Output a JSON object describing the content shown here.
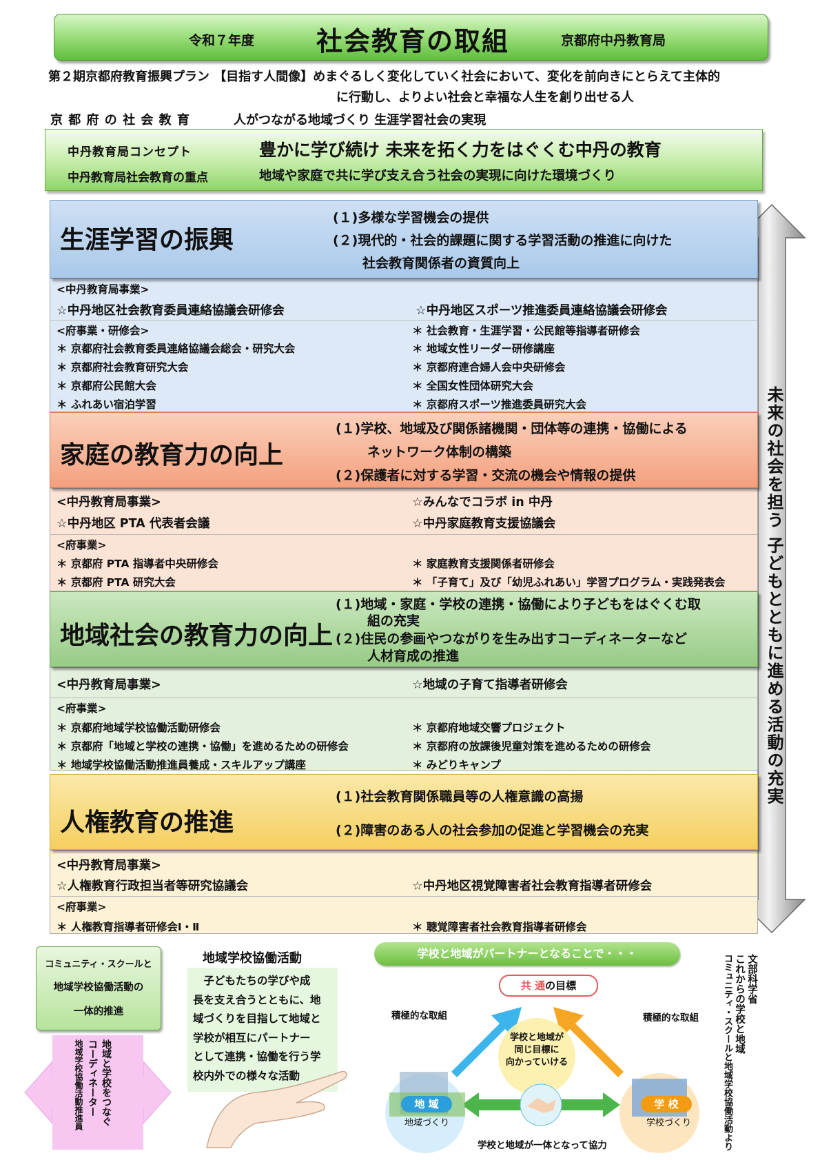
{
  "header": {
    "fiscal_year": "令和７年度",
    "title": "社会教育の取組",
    "office": "京都府中丹教育局"
  },
  "plan": {
    "line1": "第２期京都府教育振興プラン 【目指す人間像】めまぐるしく変化していく社会において、変化を前向きにとらえて主体的",
    "line2": "に行動し、よりよい社会と幸福な人生を創り出せる人"
  },
  "kyoto_goal": {
    "label": "京 都 府 の 社 会 教 育",
    "text": "人がつながる地域づくり 生涯学習社会の実現"
  },
  "concept": {
    "label1": "中丹教育局コンセプト",
    "text1": "豊かに学び続け 未来を拓く力をはぐくむ中丹の教育",
    "label2": "中丹教育局社会教育の重点",
    "text2": "地域や家庭で共に学び支え合う社会の実現に向けた環境づくり"
  },
  "right_arrow_text": "未来の社会を担う 子どもとともに進める活動の充実",
  "sections": [
    {
      "title": "生涯学習の振興",
      "goals": [
        "(１)多様な学習機会の提供",
        "(２)現代的・社会的課題に関する学習活動の推進に向けた",
        "社会教育関係者の資質向上"
      ],
      "office_label": "<中丹教育局事業>",
      "office_left": "☆中丹地区社会教育委員連絡協議会研修会",
      "office_right": "☆中丹地区スポーツ推進委員連絡協議会研修会",
      "pref_label": "<府事業・研修会>",
      "pref_left": [
        "＊ 京都府社会教育委員連絡協議会総会・研究大会",
        "＊ 京都府社会教育研究大会",
        "＊ 京都府公民館大会",
        "＊ ふれあい宿泊学習"
      ],
      "pref_right": [
        "＊ 社会教育・生涯学習・公民館等指導者研修会",
        "＊ 地域女性リーダー研修講座",
        "＊ 京都府連合婦人会中央研修会",
        "＊ 全国女性団体研究大会",
        "＊ 京都府スポーツ推進委員研究大会"
      ]
    },
    {
      "title": "家庭の教育力の向上",
      "goals": [
        "(１)学校、地域及び関係諸機関・団体等の連携・協働による",
        "ネットワーク体制の構築",
        "(２)保護者に対する学習・交流の機会や情報の提供"
      ],
      "office_label": "<中丹教育局事業>",
      "office_left": "☆中丹地区 PTA 代表者会議",
      "office_right1": "☆みんなでコラボ in 中丹",
      "office_right2": "☆中丹家庭教育支援協議会",
      "pref_label": "<府事業>",
      "pref_left": [
        "＊ 京都府 PTA 指導者中央研修会",
        "＊ 京都府 PTA 研究大会"
      ],
      "pref_right": [
        "＊ 家庭教育支援関係者研修会",
        "＊ 「子育て」及び「幼児ふれあい」学習プログラム・実践発表会"
      ]
    },
    {
      "title": "地域社会の教育力の向上",
      "goals": [
        "(１)地域・家庭・学校の連携・協働により子どもをはぐくむ取",
        "組の充実",
        "(２)住民の参画やつながりを生み出すコーディネーターなど",
        "人材育成の推進"
      ],
      "office_label": "<中丹教育局事業>",
      "office_right": "☆地域の子育て指導者研修会",
      "pref_label": "<府事業>",
      "pref_left": [
        "＊ 京都府地域学校協働活動研修会",
        "＊ 京都府「地域と学校の連携・協働」を進めるための研修会",
        "＊ 地域学校協働活動推進員養成・スキルアップ講座"
      ],
      "pref_right": [
        "＊ 京都府地域交響プロジェクト",
        "＊ 京都府の放課後児童対策を進めるための研修会",
        "＊ みどりキャンプ"
      ]
    },
    {
      "title": "人権教育の推進",
      "goals": [
        "(１)社会教育関係職員等の人権意識の高揚",
        "(２)障害のある人の社会参加の促進と学習機会の充実"
      ],
      "office_label": "<中丹教育局事業>",
      "office_left": "☆人権教育行政担当者等研究協議会",
      "office_right": "☆中丹地区視覚障害者社会教育指導者研修会",
      "pref_label": "<府事業>",
      "pref_left": [
        "＊ 人権教育指導者研修会Ⅰ・Ⅱ"
      ],
      "pref_right": [
        "＊ 聴覚障害者社会教育指導者研修会"
      ]
    }
  ],
  "bottom": {
    "cs_box": [
      "コミュニティ・スクールと",
      "地域学校協働活動の",
      "一体的推進"
    ],
    "coordinator": [
      "地域と学校をつなぐ",
      "コーディネーター",
      "地域学校協働活動推進員"
    ],
    "activity_title": "地域学校協働活動",
    "activity_text": [
      "子どもたちの学びや成",
      "長を支え合うとともに、地",
      "域づくりを目指して地域と",
      "学校が相互にパートナー",
      "として連携・協働を行う学",
      "校内外での様々な活動"
    ],
    "partner_banner": "学校と地域がパートナーとなることで・・・",
    "common_goal_em": "共 通",
    "common_goal": "の目標",
    "left_active": "積極的な取組",
    "right_active": "積極的な取組",
    "center_circle": [
      "学校と地域が",
      "同じ目標に",
      "向かっていける"
    ],
    "region_label": "地 域",
    "region_sub": "地域づくり",
    "school_label": "学 校",
    "school_sub": "学校づくり",
    "cooperate": "学校と地域が一体となって協力",
    "mext": [
      "文部科学省",
      "これからの学校と地域",
      "コミュニティ・スクールと地域学校協働活動より"
    ]
  },
  "colors": {
    "sec1_header": "#a9c9ea",
    "sec1_body": "#dde9f6",
    "sec2_header": "#f4a98a",
    "sec2_body": "#fbe3d6",
    "sec3_header": "#a7d49a",
    "sec3_body": "#e3f0dd",
    "sec4_header": "#f8d874",
    "sec4_body": "#fdf2d6"
  }
}
